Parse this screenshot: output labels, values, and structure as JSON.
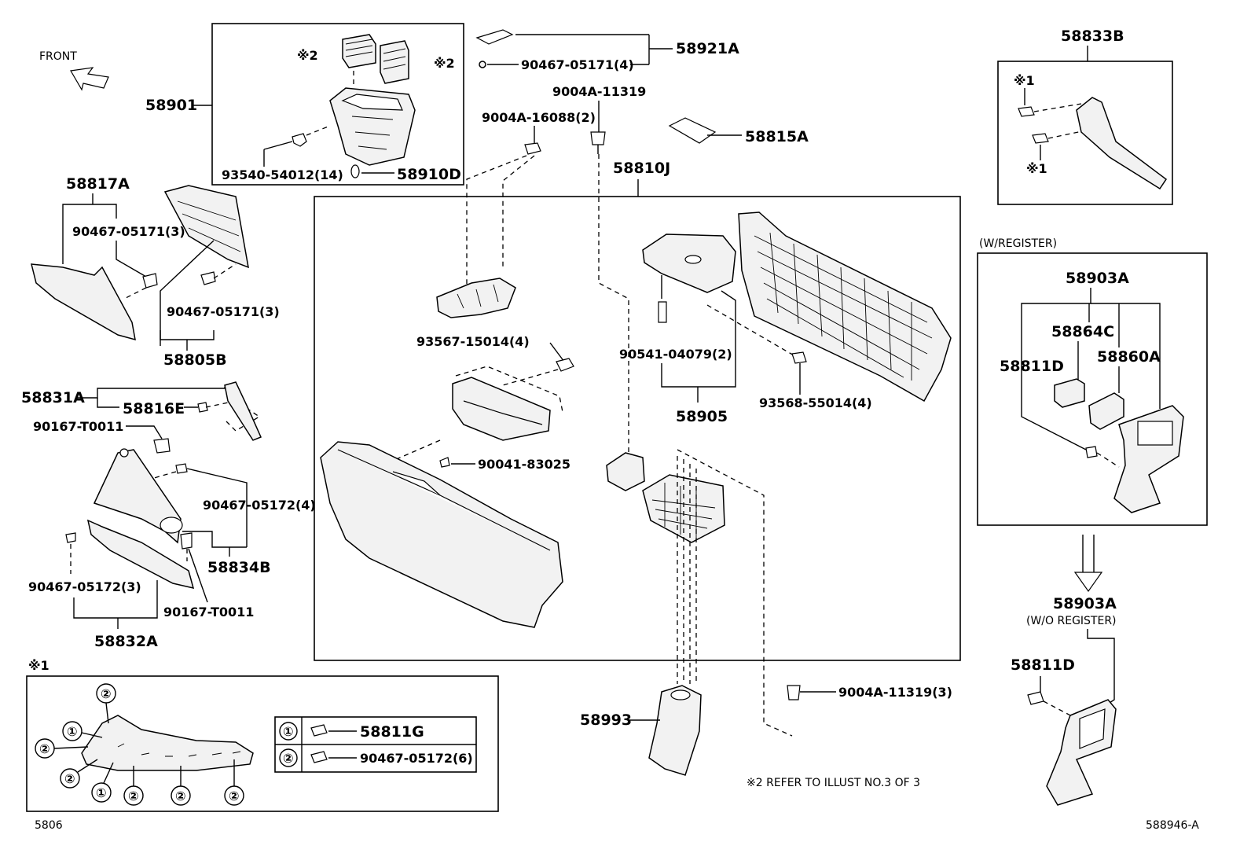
{
  "front_label": "FRONT",
  "note_mark": "※1",
  "footer_left": "5806",
  "footer_right": "588946-A",
  "refer_note": "※2  REFER TO ILLUST NO.3 OF 3",
  "w_register": "(W/REGISTER)",
  "wo_register": "(W/O REGISTER)",
  "mark1": "※1",
  "mark2": "※2",
  "labels": {
    "p58901": "58901",
    "p93540": "93540-54012(14)",
    "p58910D": "58910D",
    "p58921A": "58921A",
    "p90467a": "90467-05171(4)",
    "p9004A_11319": "9004A-11319",
    "p9004A_16088": "9004A-16088(2)",
    "p58815A": "58815A",
    "p58810J": "58810J",
    "p58817A": "58817A",
    "p90467b": "90467-05171(3)",
    "p90467c": "90467-05171(3)",
    "p58805B": "58805B",
    "p93567": "93567-15014(4)",
    "p90541": "90541-04079(2)",
    "p58905": "58905",
    "p93568": "93568-55014(4)",
    "p58831A": "58831A",
    "p58816E": "58816E",
    "p90167a": "90167-T0011",
    "p90041": "90041-83025",
    "p90467d": "90467-05172(4)",
    "p58834B": "58834B",
    "p90467e": "90467-05172(3)",
    "p90167b": "90167-T0011",
    "p58832A": "58832A",
    "p58833B": "58833B",
    "p58903A": "58903A",
    "p58864C": "58864C",
    "p58811D": "58811D",
    "p58860A": "58860A",
    "p58903A_b": "58903A",
    "p58811D_b": "58811D",
    "p9004A_11319_3": "9004A-11319(3)",
    "p58993": "58993"
  },
  "callouts": [
    "①",
    "②"
  ],
  "legend": [
    {
      "num": "①",
      "part": "58811G"
    },
    {
      "num": "②",
      "part": "90467-05172(6)"
    }
  ]
}
